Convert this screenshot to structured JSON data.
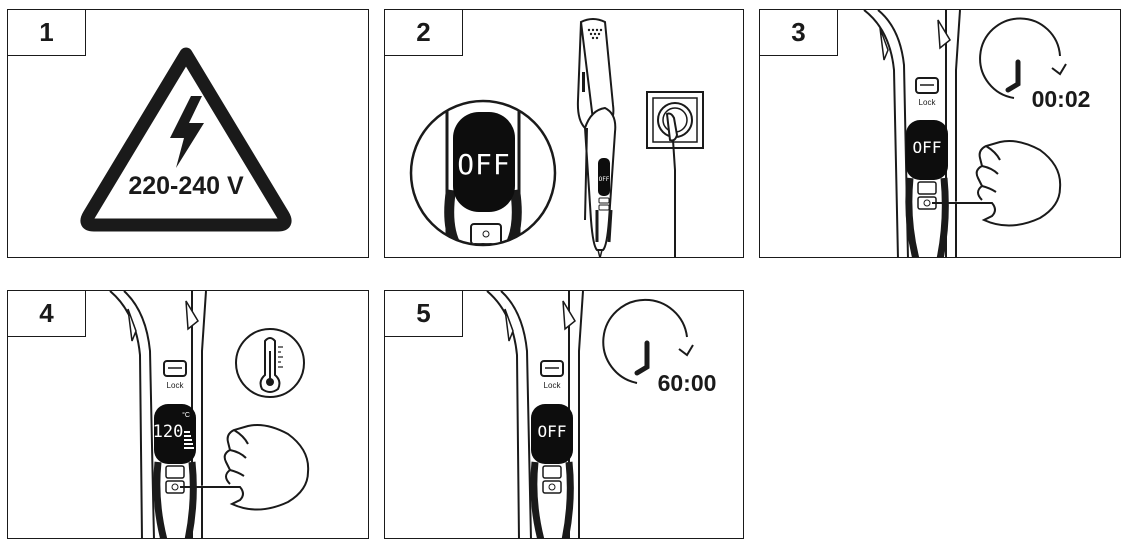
{
  "steps": [
    {
      "number": "1",
      "voltage": "220-240 V"
    },
    {
      "number": "2",
      "display": "OFF"
    },
    {
      "number": "3",
      "timer": "00:02",
      "lock_label": "Lock",
      "display": "OFF"
    },
    {
      "number": "4",
      "lock_label": "Lock",
      "display": "120",
      "unit": "°C"
    },
    {
      "number": "5",
      "timer": "60:00",
      "lock_label": "Lock",
      "display": "OFF"
    }
  ],
  "icons": {
    "warning": "high-voltage-warning-icon",
    "timer": "clock-timer-icon",
    "thermometer": "thermometer-icon",
    "hand": "pressing-hand-icon",
    "power": "power-button-icon",
    "steam": "steam-button-icon"
  },
  "colors": {
    "ink": "#1a1a1a",
    "display": "#0d0d0d",
    "paper": "#ffffff"
  }
}
